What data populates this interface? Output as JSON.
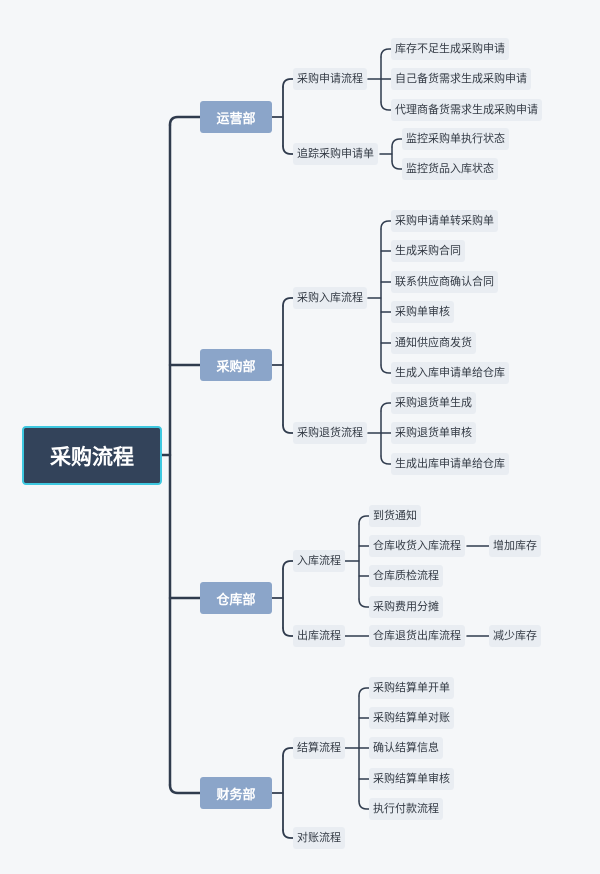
{
  "root": "采购流程",
  "departments": [
    {
      "name": "运营部",
      "processes": [
        {
          "name": "采购申请流程",
          "steps": [
            "库存不足生成采购申请",
            "自己备货需求生成采购申请",
            "代理商备货需求生成采购申请"
          ]
        },
        {
          "name": "追踪采购申请单",
          "steps": [
            "监控采购单执行状态",
            "监控货品入库状态"
          ]
        }
      ]
    },
    {
      "name": "采购部",
      "processes": [
        {
          "name": "采购入库流程",
          "steps": [
            "采购申请单转采购单",
            "生成采购合同",
            "联系供应商确认合同",
            "采购单审核",
            "通知供应商发货",
            "生成入库申请单给仓库"
          ]
        },
        {
          "name": "采购退货流程",
          "steps": [
            "采购退货单生成",
            "采购退货单审核",
            "生成出库申请单给仓库"
          ]
        }
      ]
    },
    {
      "name": "仓库部",
      "processes": [
        {
          "name": "入库流程",
          "steps": [
            "到货通知",
            "仓库收货入库流程",
            "仓库质检流程",
            "采购费用分摊"
          ]
        },
        {
          "name": "出库流程",
          "steps": [
            "仓库退货出库流程"
          ]
        }
      ]
    },
    {
      "name": "财务部",
      "processes": [
        {
          "name": "结算流程",
          "steps": [
            "采购结算单开单",
            "采购结算单对账",
            "确认结算信息",
            "采购结算单审核",
            "执行付款流程"
          ]
        },
        {
          "name": "对账流程",
          "steps": []
        }
      ]
    }
  ],
  "extras": {
    "warehouse_in_result": "增加库存",
    "warehouse_out_result": "减少库存"
  },
  "colors": {
    "background": "#f5f7f9",
    "root_fill": "#33435a",
    "root_border": "#3ec8e0",
    "dept_fill": "#8ba5c9",
    "label_fill": "#e9edf2",
    "connector": "#2f3b4d"
  }
}
